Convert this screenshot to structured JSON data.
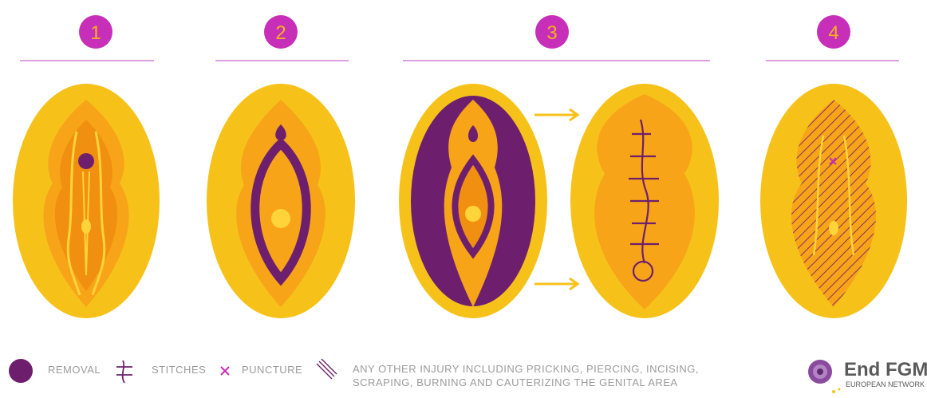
{
  "type_numbers": [
    "1",
    "2",
    "3",
    "4"
  ],
  "legend": {
    "removal": "REMOVAL",
    "stitches": "STITCHES",
    "puncture": "PUNCTURE",
    "other": "ANY OTHER INJURY INCLUDING PRICKING, PIERCING, INCISING, SCRAPING, BURNING AND CAUTERIZING THE GENITAL AREA"
  },
  "logo": {
    "name": "End FGM",
    "subtitle": "EUROPEAN NETWORK"
  },
  "colors": {
    "badge": "#c72fb8",
    "badge_text": "#f5b21b",
    "outer": "#f6c21a",
    "mid": "#f7a418",
    "inner": "#f18f10",
    "purple": "#6d1f6e",
    "light": "#ffd43a",
    "rule": "#c765c7"
  },
  "icons": [
    "removal-dot-icon",
    "stitches-icon",
    "puncture-x-icon",
    "hatch-icon",
    "logo-icon",
    "arrow-icon"
  ]
}
